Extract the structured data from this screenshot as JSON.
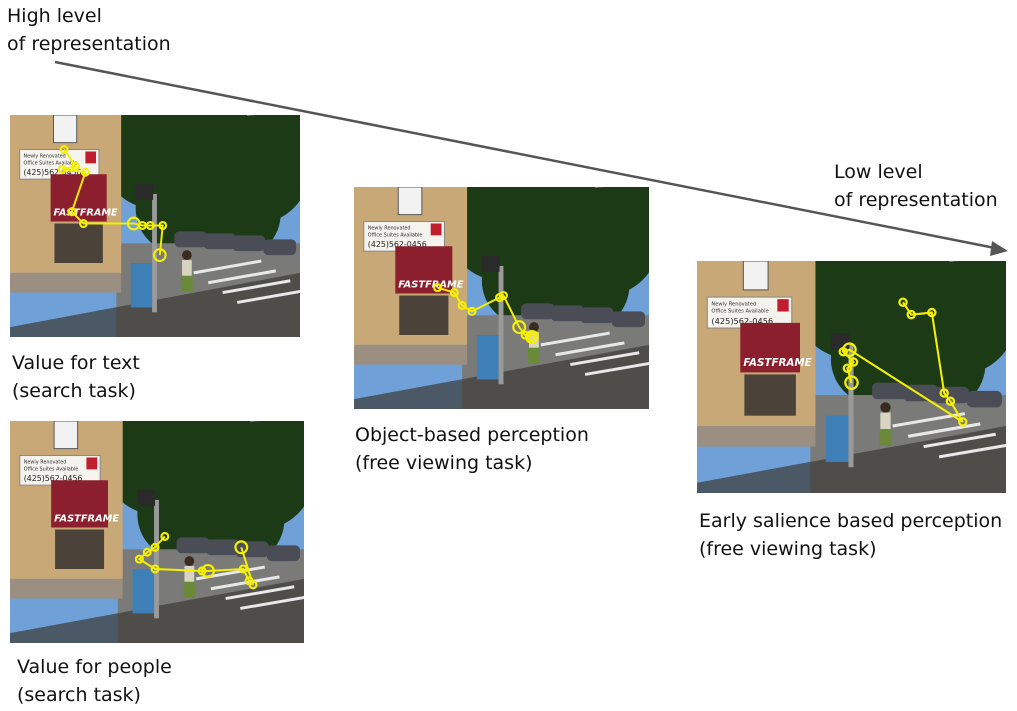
{
  "axis": {
    "high_label": "High level\nof representation",
    "low_label": "Low level\nof representation"
  },
  "panels": [
    {
      "caption": "Value for text\n(search task)"
    },
    {
      "caption": "Value for people\n(search task)"
    },
    {
      "caption": "Object-based perception\n(free viewing task)"
    },
    {
      "caption": "Early salience based perception\n(free viewing task)"
    }
  ],
  "scene": {
    "sign_lines": [
      "Newly Renovated",
      "Office Suites Available"
    ],
    "phone": "(425)562-0456",
    "awning_text": "FASTFRAME"
  },
  "colors": {
    "scanpath": "#f5f000",
    "arrow": "#555555",
    "awning": "#8b1f2e",
    "building": "#c9a877",
    "sky": "#6fa1d8",
    "trees": "#1d3a16",
    "street": "#7a7a78"
  }
}
